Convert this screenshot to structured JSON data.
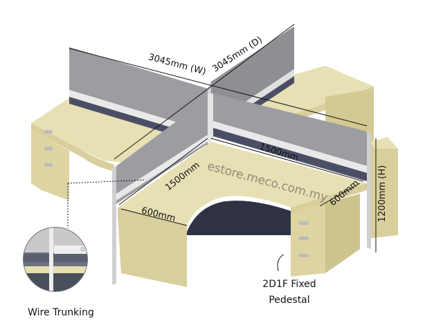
{
  "product": {
    "watermark": "estore.meco.com.my",
    "colors": {
      "desk_top": "#e7e0b4",
      "desk_side": "#d9cf9c",
      "panel_fabric": "#9c9da1",
      "panel_trim": "#e9e9ea",
      "panel_band": "#4b4f66",
      "shadow": "#2f3242"
    }
  },
  "dimensions": {
    "width": "3045mm (W)",
    "depth": "3045mm (D)",
    "desk_length_left": "1500mm",
    "desk_length_right": "1500mm",
    "desk_depth_front": "600mm",
    "desk_depth_right": "600mm",
    "height": "1200mm (H)"
  },
  "callouts": {
    "wire_trunking": "Wire Trunking",
    "pedestal_line1": "2D1F Fixed",
    "pedestal_line2": "Pedestal"
  }
}
